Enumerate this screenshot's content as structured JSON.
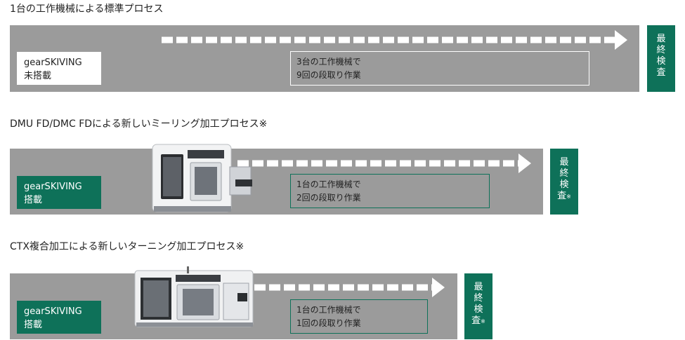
{
  "rows": [
    {
      "title": "1台の工作機械による標準プロセス",
      "gear_line1": "gearSKIVING",
      "gear_line2": "未搭載",
      "info_line1": "3台の工作機械で",
      "info_line2": "9回の段取り作業",
      "final_chars": [
        "最",
        "終",
        "検",
        "査"
      ],
      "final_note": ""
    },
    {
      "title": "DMU FD/DMC FDによる新しいミーリング加工プロセス※",
      "gear_line1": "gearSKIVING",
      "gear_line2": "搭載",
      "info_line1": "1台の工作機械で",
      "info_line2": "2回の段取り作業",
      "final_chars": [
        "最",
        "終",
        "検",
        "査"
      ],
      "final_note": "※"
    },
    {
      "title": "CTX複合加工による新しいターニング加工プロセス※",
      "gear_line1": "gearSKIVING",
      "gear_line2": "搭載",
      "info_line1": "1台の工作機械で",
      "info_line2": "1回の段取り作業",
      "final_chars": [
        "最",
        "終",
        "検",
        "査"
      ],
      "final_note": "※"
    }
  ],
  "colors": {
    "bar": "#9b9b9b",
    "accent_green": "#0e7159",
    "arrow": "#ffffff"
  }
}
